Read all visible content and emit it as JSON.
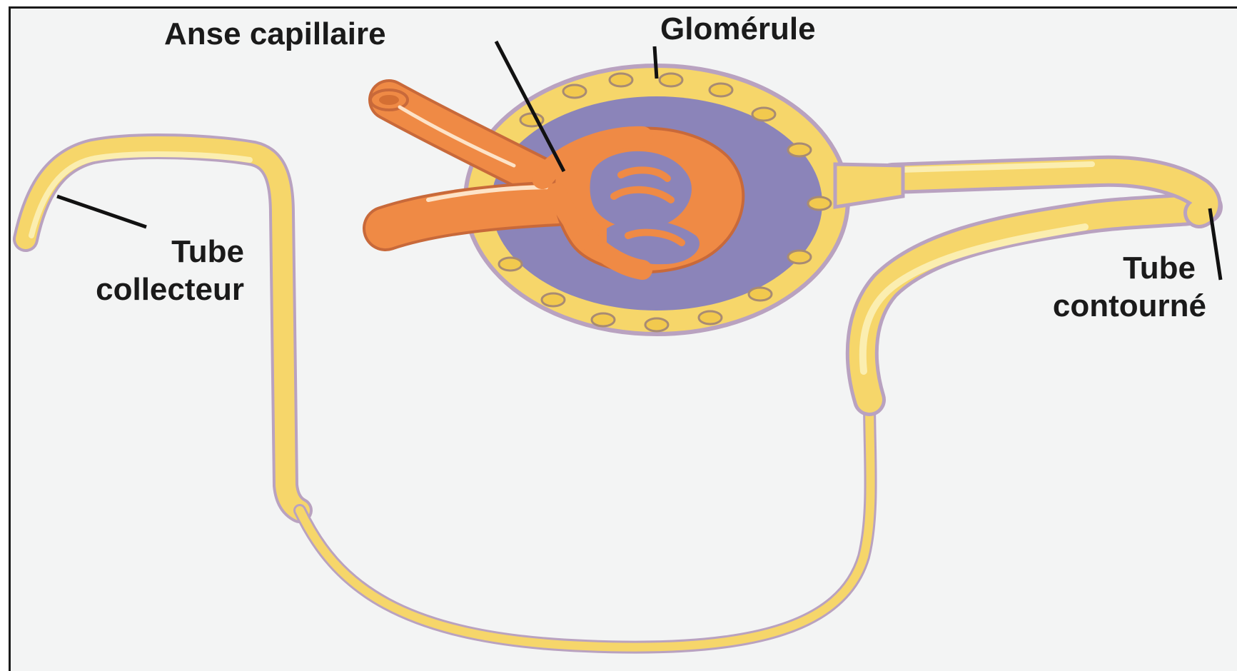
{
  "labels": {
    "capillary_loop": "Anse capillaire",
    "glomerulus": "Glomérule",
    "collecting_tube_line1": "Tube",
    "collecting_tube_line2": "collecteur",
    "convoluted_tube_line1": "Tube",
    "convoluted_tube_line2": "contourné"
  },
  "colors": {
    "background": "#f3f4f4",
    "tubule_fill": "#f6d66a",
    "tubule_highlight": "#fbeeb0",
    "tubule_outline": "#b9a2c0",
    "capillary": "#ef8a45",
    "capillary_outline": "#c8693a",
    "capsule_space": "#8b84b9",
    "leader_line": "#111111"
  }
}
